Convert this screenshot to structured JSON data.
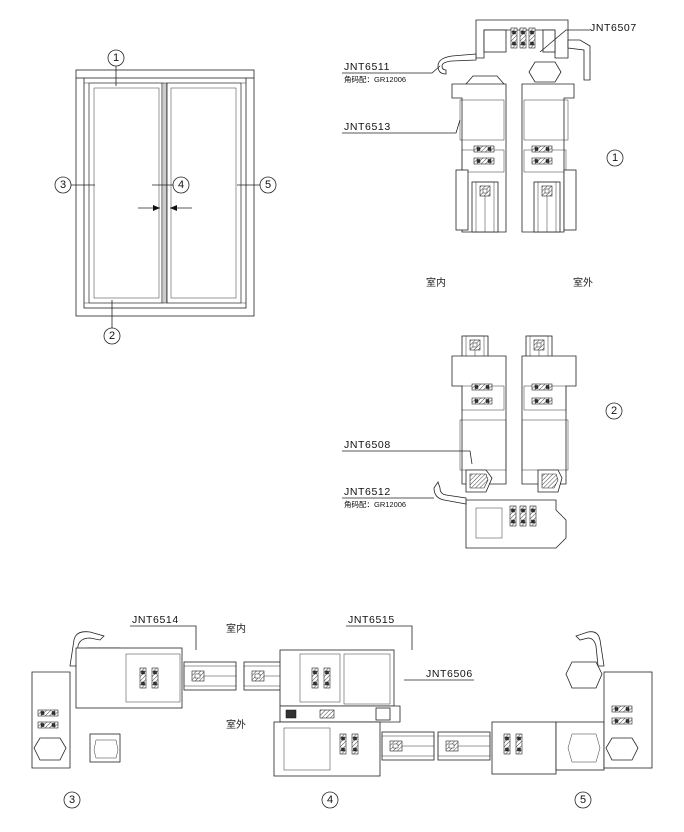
{
  "elevation": {
    "markers": {
      "top": "1",
      "bottom": "2",
      "left": "3",
      "center": "4",
      "right": "5"
    }
  },
  "section_vertical_top": {
    "marker": "1",
    "labels": {
      "jnt6507": "JNT6507",
      "jnt6511": "JNT6511",
      "jnt6511_note": "角码配：GR12006",
      "jnt6513": "JNT6513"
    },
    "side_interior": "室内",
    "side_exterior": "室外"
  },
  "section_vertical_bottom": {
    "marker": "2",
    "labels": {
      "jnt6508": "JNT6508",
      "jnt6512": "JNT6512",
      "jnt6512_note": "角码配：GR12006"
    }
  },
  "section_horizontal": {
    "labels": {
      "jnt6514": "JNT6514",
      "jnt6515": "JNT6515",
      "jnt6506": "JNT6506"
    },
    "side_interior": "室内",
    "side_exterior": "室外",
    "markers": {
      "left": "3",
      "center": "4",
      "right": "5"
    }
  }
}
